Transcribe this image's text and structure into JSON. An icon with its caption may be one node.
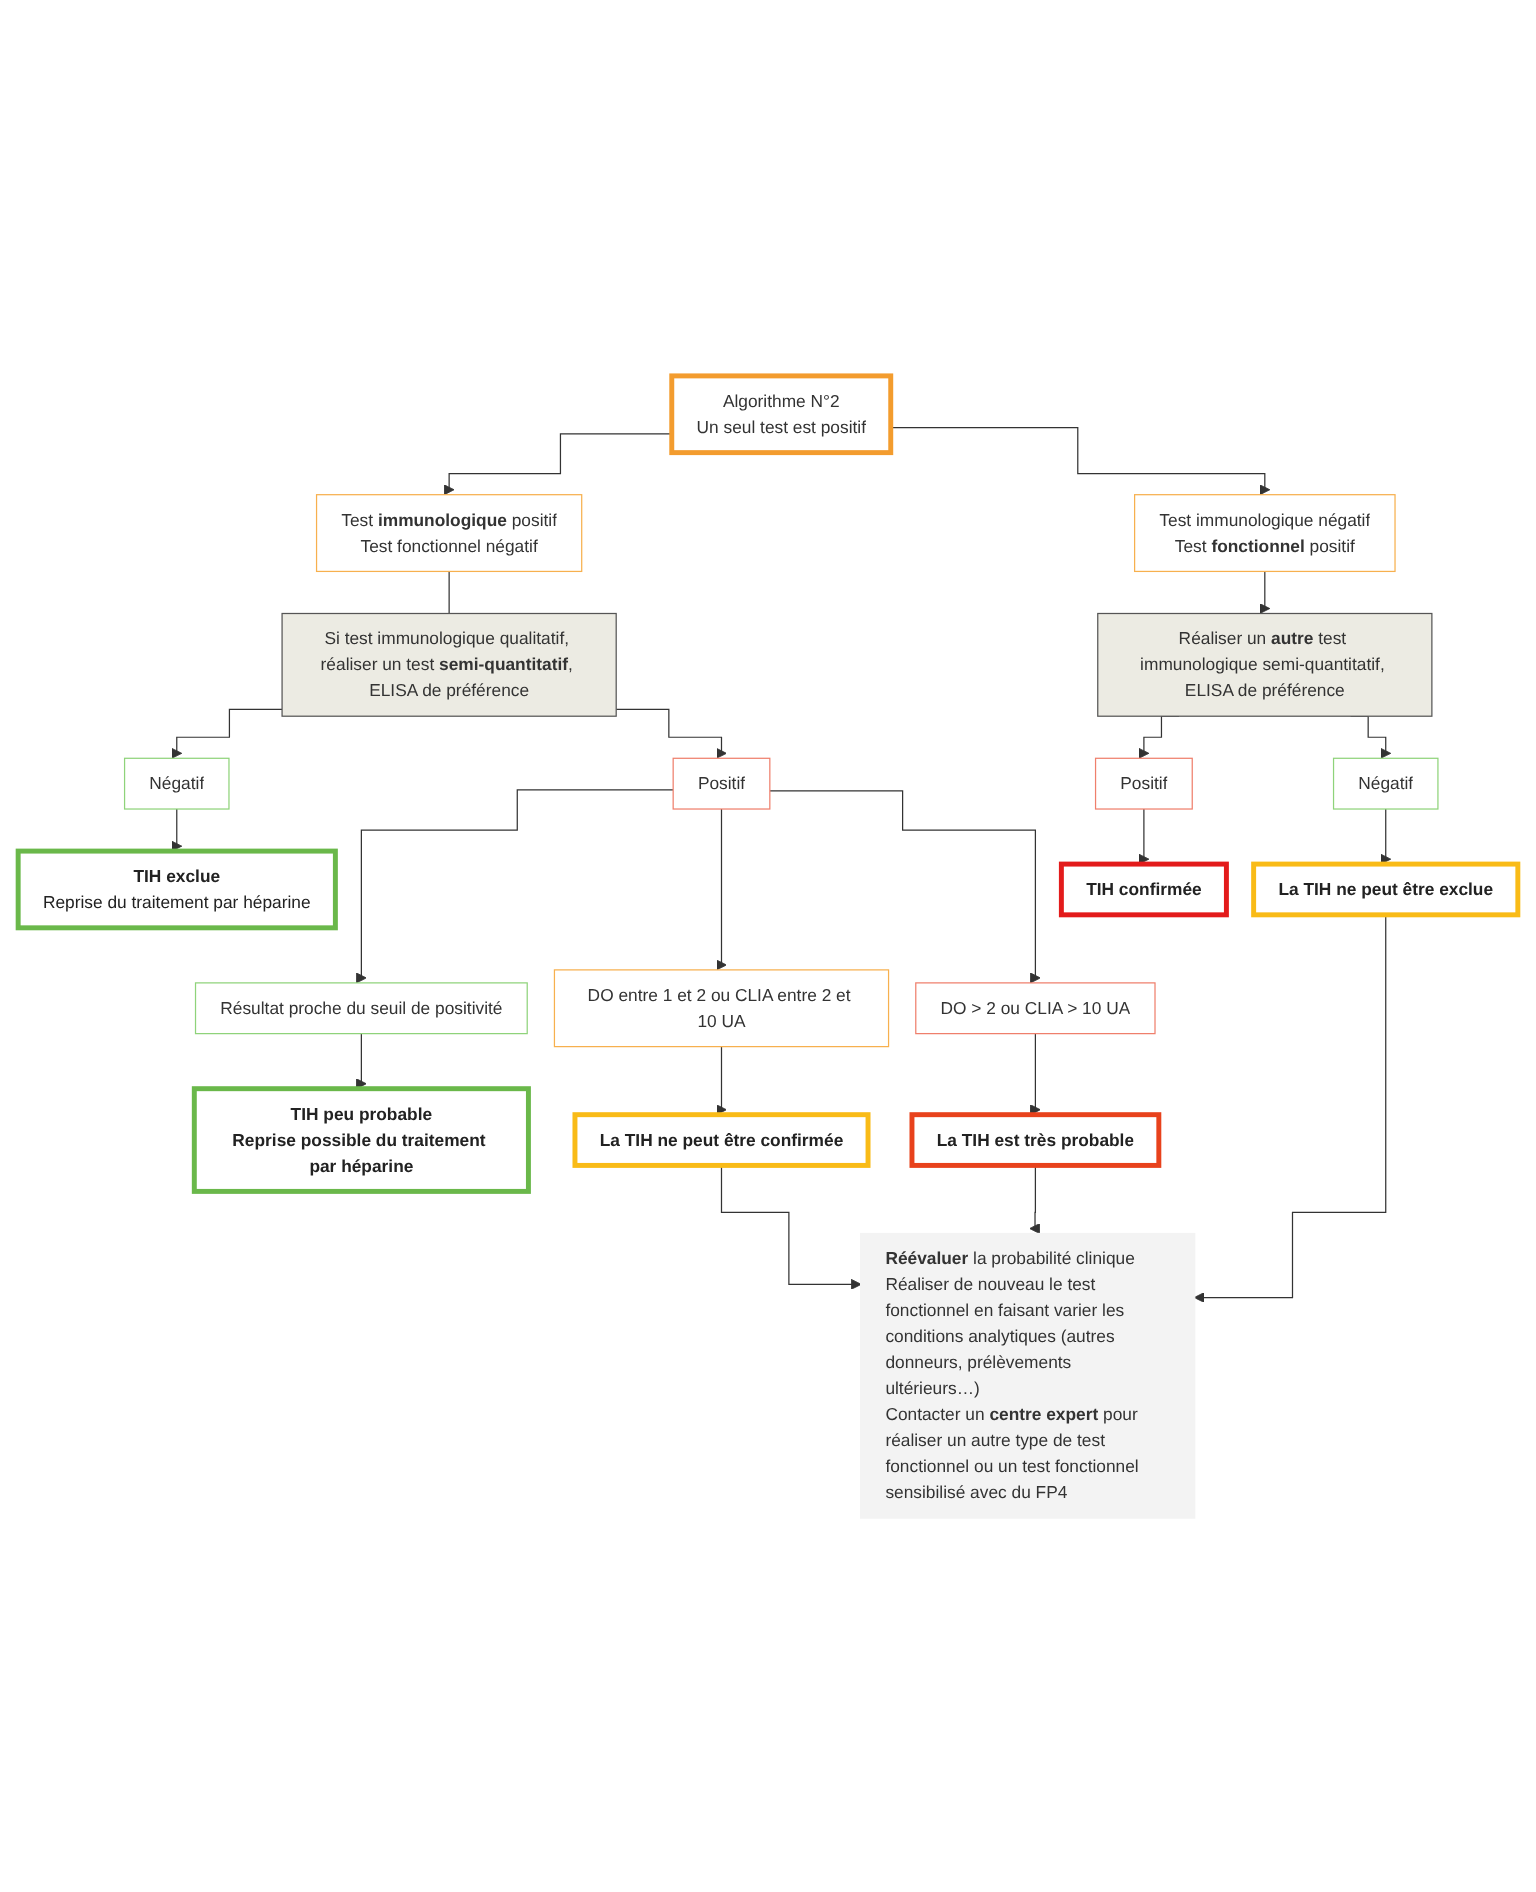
{
  "diagram": {
    "nodes": [
      {
        "text": [
          "Algorithme N°2",
          "Un seul test est positif"
        ]
      },
      {
        "text": [
          "Test **immunologique** positif",
          "Test fonctionnel négatif"
        ]
      },
      {
        "text": [
          "Test immunologique négatif",
          "Test **fonctionnel** positif"
        ]
      },
      {
        "text": [
          "Si test immunologique qualitatif, réaliser un test **semi-quantitatif**, ELISA de préférence"
        ]
      },
      {
        "text": [
          "Réaliser un **autre** test immunologique semi-quantitatif, ELISA de préférence"
        ]
      },
      {
        "text": [
          "Négatif"
        ]
      },
      {
        "text": [
          "Positif"
        ]
      },
      {
        "text": [
          "Positif"
        ]
      },
      {
        "text": [
          "Négatif"
        ]
      },
      {
        "text": [
          "TIH exclue",
          "Reprise du traitement par héparine"
        ]
      },
      {
        "text": [
          "TIH confirmée"
        ]
      },
      {
        "text": [
          "La TIH ne peut être exclue"
        ]
      },
      {
        "text": [
          "Résultat proche du seuil de positivité"
        ]
      },
      {
        "text": [
          "DO entre 1 et 2 ou CLIA entre 2 et 10 UA"
        ]
      },
      {
        "text": [
          "DO > 2 ou CLIA > 10 UA"
        ]
      },
      {
        "text": [
          "TIH peu probable",
          "Reprise possible du traitement par héparine"
        ]
      },
      {
        "text": [
          "La TIH ne peut être confirmée"
        ]
      },
      {
        "text": [
          "La TIH est très probable"
        ]
      },
      {
        "text": [
          "**Réévaluer** la probabilité clinique",
          "Réaliser de nouveau le test fonctionnel en faisant varier les conditions analytiques (autres donneurs, prélèvements ultérieurs…)",
          "Contacter un **centre expert** pour réaliser un autre type de test fonctionnel ou un test fonctionnel sensibilisé avec du FP4"
        ]
      }
    ],
    "edges": [
      {
        "from": 0,
        "to": 1,
        "arrow": "to"
      },
      {
        "from": 0,
        "to": 2,
        "arrow": "to"
      },
      {
        "from": 1,
        "to": 3,
        "arrow": "none"
      },
      {
        "from": 2,
        "to": 4,
        "arrow": "to"
      },
      {
        "from": 3,
        "to": 5,
        "arrow": "to"
      },
      {
        "from": 3,
        "to": 6,
        "arrow": "to"
      },
      {
        "from": 4,
        "to": 7,
        "arrow": "to"
      },
      {
        "from": 4,
        "to": 8,
        "arrow": "to"
      },
      {
        "from": 5,
        "to": 9,
        "arrow": "to"
      },
      {
        "from": 7,
        "to": 10,
        "arrow": "to"
      },
      {
        "from": 8,
        "to": 11,
        "arrow": "to"
      },
      {
        "from": 6,
        "to": 12,
        "arrow": "to"
      },
      {
        "from": 6,
        "to": 13,
        "arrow": "to"
      },
      {
        "from": 6,
        "to": 14,
        "arrow": "to"
      },
      {
        "from": 12,
        "to": 15,
        "arrow": "to"
      },
      {
        "from": 13,
        "to": 16,
        "arrow": "to"
      },
      {
        "from": 14,
        "to": 17,
        "arrow": "to"
      },
      {
        "from": 16,
        "to": 18,
        "arrow": "to"
      },
      {
        "from": 17,
        "to": 18,
        "arrow": "to"
      },
      {
        "from": 11,
        "to": 18,
        "arrow": "to"
      }
    ]
  }
}
